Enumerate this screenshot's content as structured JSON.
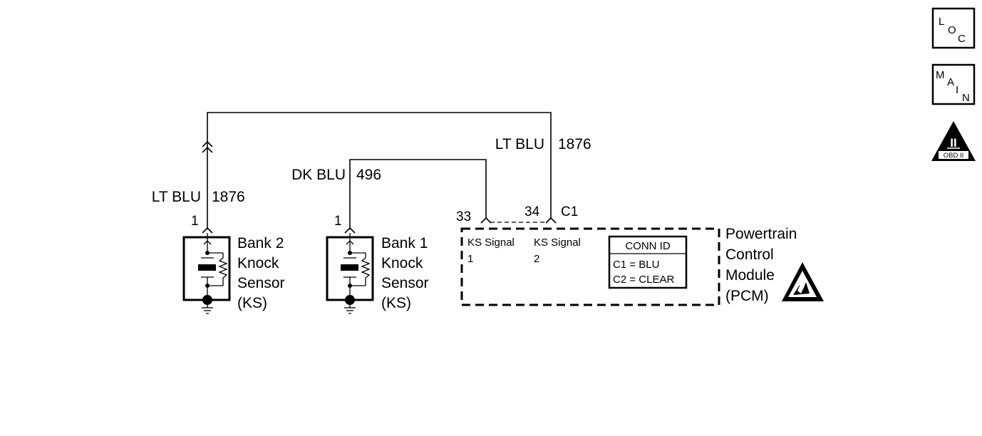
{
  "wires": {
    "lt_blu_upper": {
      "color": "LT BLU",
      "circuit": "1876"
    },
    "lt_blu_left": {
      "color": "LT BLU",
      "circuit": "1876"
    },
    "dk_blu": {
      "color": "DK BLU",
      "circuit": "496"
    }
  },
  "sensors": {
    "bank2": {
      "pin": "1",
      "line1": "Bank 2",
      "line2": "Knock",
      "line3": "Sensor",
      "line4": "(KS)"
    },
    "bank1": {
      "pin": "1",
      "line1": "Bank 1",
      "line2": "Knock",
      "line3": "Sensor",
      "line4": "(KS)"
    }
  },
  "pcm": {
    "pin_a": "33",
    "pin_b": "34",
    "connector": "C1",
    "signal1": {
      "line1": "KS Signal",
      "line2": "1"
    },
    "signal2": {
      "line1": "KS Signal",
      "line2": "2"
    },
    "conn_id": {
      "title": "CONN ID",
      "c1": "C1 = BLU",
      "c2": "C2 = CLEAR"
    },
    "name": {
      "line1": "Powertrain",
      "line2": "Control",
      "line3": "Module",
      "line4": "(PCM)"
    }
  },
  "side_icons": {
    "loc": {
      "l1": "L",
      "l2": "O",
      "l3": "C"
    },
    "main": {
      "l1": "M",
      "l2": "A",
      "l3": "I",
      "l4": "N"
    },
    "obd": {
      "numeral": "II",
      "label": "OBD II"
    }
  },
  "icons": [
    "esd-warning-icon",
    "ground-icon",
    "connector-icon"
  ]
}
